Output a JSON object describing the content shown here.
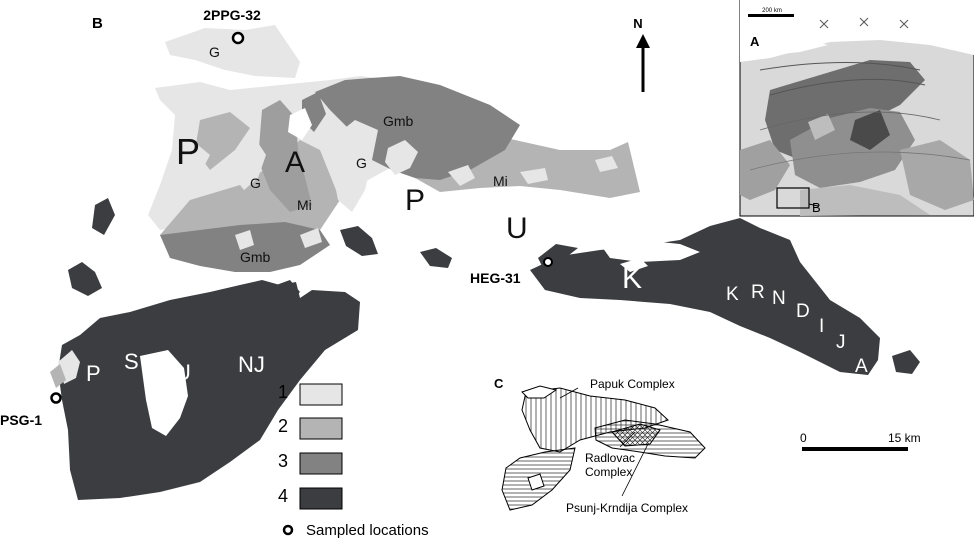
{
  "panels": {
    "b": "B",
    "a": "A",
    "c": "C",
    "inset_b": "B"
  },
  "north": "N",
  "samples": {
    "s1": "2PPG-32",
    "s2": "HEG-31",
    "s3": "PSG-1"
  },
  "region_letters": {
    "papuk": [
      "P",
      "A",
      "P",
      "U",
      "K"
    ],
    "psunj": [
      "P",
      "S",
      "U",
      "NJ"
    ],
    "krndija": [
      "K",
      "R",
      "N",
      "D",
      "I",
      "J",
      "A"
    ]
  },
  "unit_labels": {
    "g1": "G",
    "g2": "G",
    "g3": "G",
    "gmb1": "Gmb",
    "gmb2": "Gmb",
    "mi1": "Mi",
    "mi2": "Mi"
  },
  "legend": {
    "items": [
      {
        "label": "1",
        "color": "#e6e6e6"
      },
      {
        "label": "2",
        "color": "#b4b4b4"
      },
      {
        "label": "3",
        "color": "#828282"
      },
      {
        "label": "4",
        "color": "#3b3d40"
      }
    ],
    "sampled": "Sampled locations"
  },
  "scale": {
    "zero": "0",
    "max": "15 km"
  },
  "inset_c": {
    "papuk": "Papuk Complex",
    "radlovac_1": "Radlovac",
    "radlovac_2": "Complex",
    "psunj": "Psunj-Krndija Complex"
  },
  "inset_a": {
    "scale": "200 km"
  }
}
